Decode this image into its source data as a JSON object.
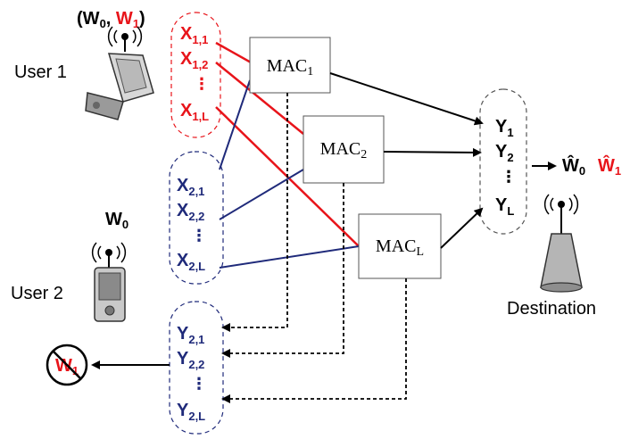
{
  "colors": {
    "user1": "#e8141a",
    "user2": "#1f2a7a",
    "black": "#000000",
    "box_border": "#555555"
  },
  "user1": {
    "label": "User 1",
    "messages": {
      "open": "(",
      "w0": "W",
      "w0_sub": "0",
      "comma": ", ",
      "w1": "W",
      "w1_sub": "1",
      "close": ")"
    },
    "inputs": [
      {
        "main": "X",
        "sub": "1,1"
      },
      {
        "main": "X",
        "sub": "1,2"
      },
      {
        "main": "X",
        "sub": "1,L"
      }
    ]
  },
  "user2": {
    "label": "User 2",
    "message": {
      "main": "W",
      "sub": "0"
    },
    "inputs": [
      {
        "main": "X",
        "sub": "2,1"
      },
      {
        "main": "X",
        "sub": "2,2"
      },
      {
        "main": "X",
        "sub": "2,L"
      }
    ],
    "outputs": [
      {
        "main": "Y",
        "sub": "2,1"
      },
      {
        "main": "Y",
        "sub": "2,2"
      },
      {
        "main": "Y",
        "sub": "2,L"
      }
    ],
    "cannot_decode": {
      "main": "W",
      "sub": "1"
    }
  },
  "macs": [
    {
      "main": "MAC",
      "sub": "1"
    },
    {
      "main": "MAC",
      "sub": "2"
    },
    {
      "main": "MAC",
      "sub": "L"
    }
  ],
  "destination": {
    "label": "Destination",
    "outputs": [
      {
        "main": "Y",
        "sub": "1"
      },
      {
        "main": "Y",
        "sub": "2"
      },
      {
        "main": "Y",
        "sub": "L"
      }
    ],
    "decoded": [
      {
        "main": "Ŵ",
        "sub": "0"
      },
      {
        "main": "Ŵ",
        "sub": "1"
      }
    ]
  },
  "ellipsis": "⋮"
}
